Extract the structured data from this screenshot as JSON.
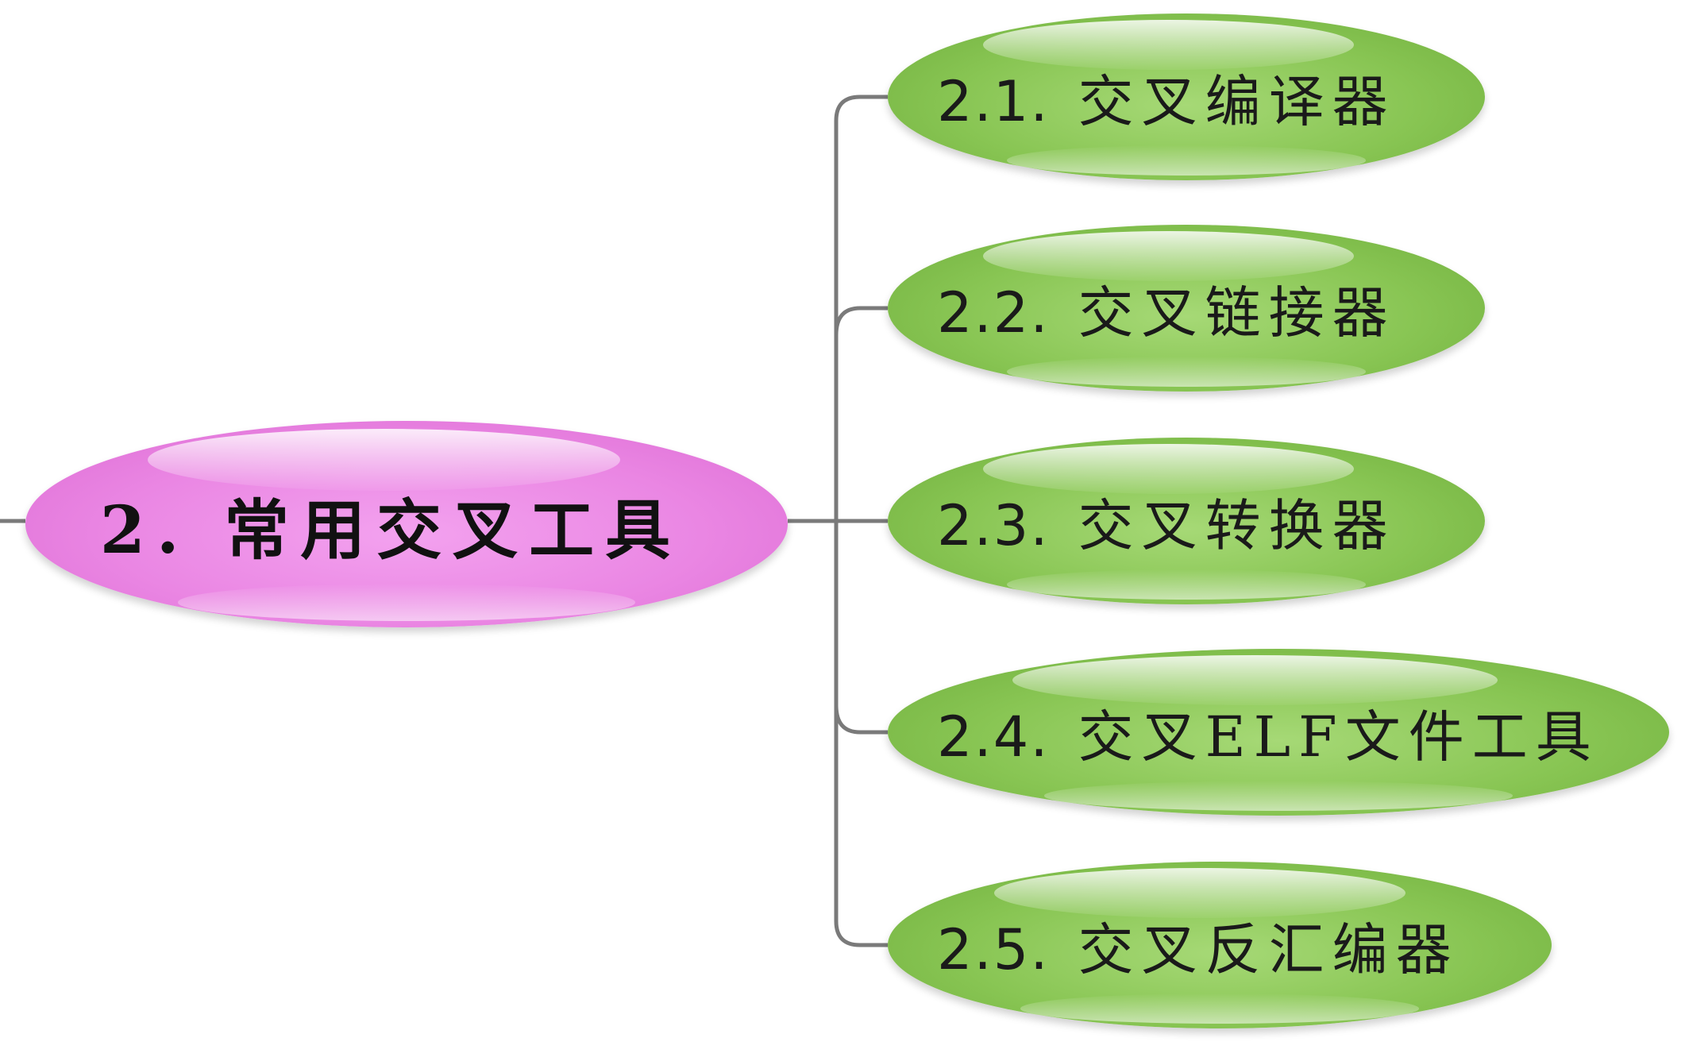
{
  "central": {
    "label": "2. 常用交叉工具",
    "color": "#ea86e3"
  },
  "branches": [
    {
      "number": "2.1.",
      "text": "交叉编译器"
    },
    {
      "number": "2.2.",
      "text": "交叉链接器"
    },
    {
      "number": "2.3.",
      "text": "交叉转换器"
    },
    {
      "number": "2.4.",
      "text": "交叉ELF文件工具"
    },
    {
      "number": "2.5.",
      "text": "交叉反汇编器"
    }
  ],
  "colors": {
    "branch_fill": "#88c553",
    "connector": "#7a7a7a"
  }
}
